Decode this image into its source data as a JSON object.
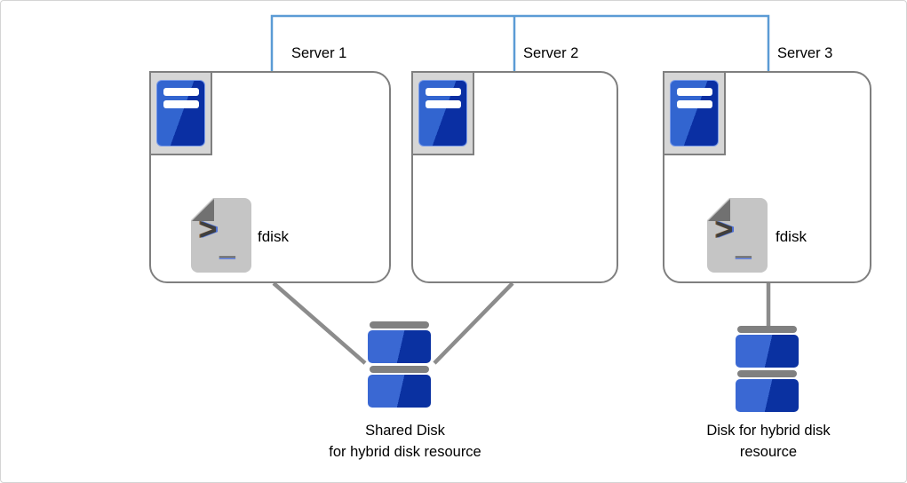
{
  "servers": [
    {
      "label": "Server 1",
      "icon": "server-icon",
      "script": {
        "icon": "script-file-icon",
        "label": "fdisk"
      }
    },
    {
      "label": "Server 2",
      "icon": "server-icon",
      "script": null
    },
    {
      "label": "Server 3",
      "icon": "server-icon",
      "script": {
        "icon": "script-file-icon",
        "label": "fdisk"
      }
    }
  ],
  "script_icon_glyph": {
    "prompt": ">",
    "cursor": "_"
  },
  "disks": [
    {
      "icon": "disk-stack-icon",
      "label_lines": [
        "Shared Disk",
        "for hybrid disk resource"
      ],
      "connected_to": [
        "Server 1",
        "Server 2"
      ]
    },
    {
      "icon": "disk-stack-icon",
      "label_lines": [
        "Disk for hybrid disk",
        "resource"
      ],
      "connected_to": [
        "Server 3"
      ]
    }
  ],
  "colors": {
    "network_line": "#5B9BD5",
    "connector_line": "#8C8C8C",
    "box_border": "#7F7F7F",
    "server_blue_light": "#3265D0",
    "server_blue_dark": "#0A2FA3",
    "disk_blue_light": "#3A68D3",
    "disk_blue_dark": "#0A31A1",
    "disk_bar_gray": "#808080",
    "document_gray": "#C5C5C5",
    "fold_gray": "#717171",
    "text": "#000000"
  }
}
